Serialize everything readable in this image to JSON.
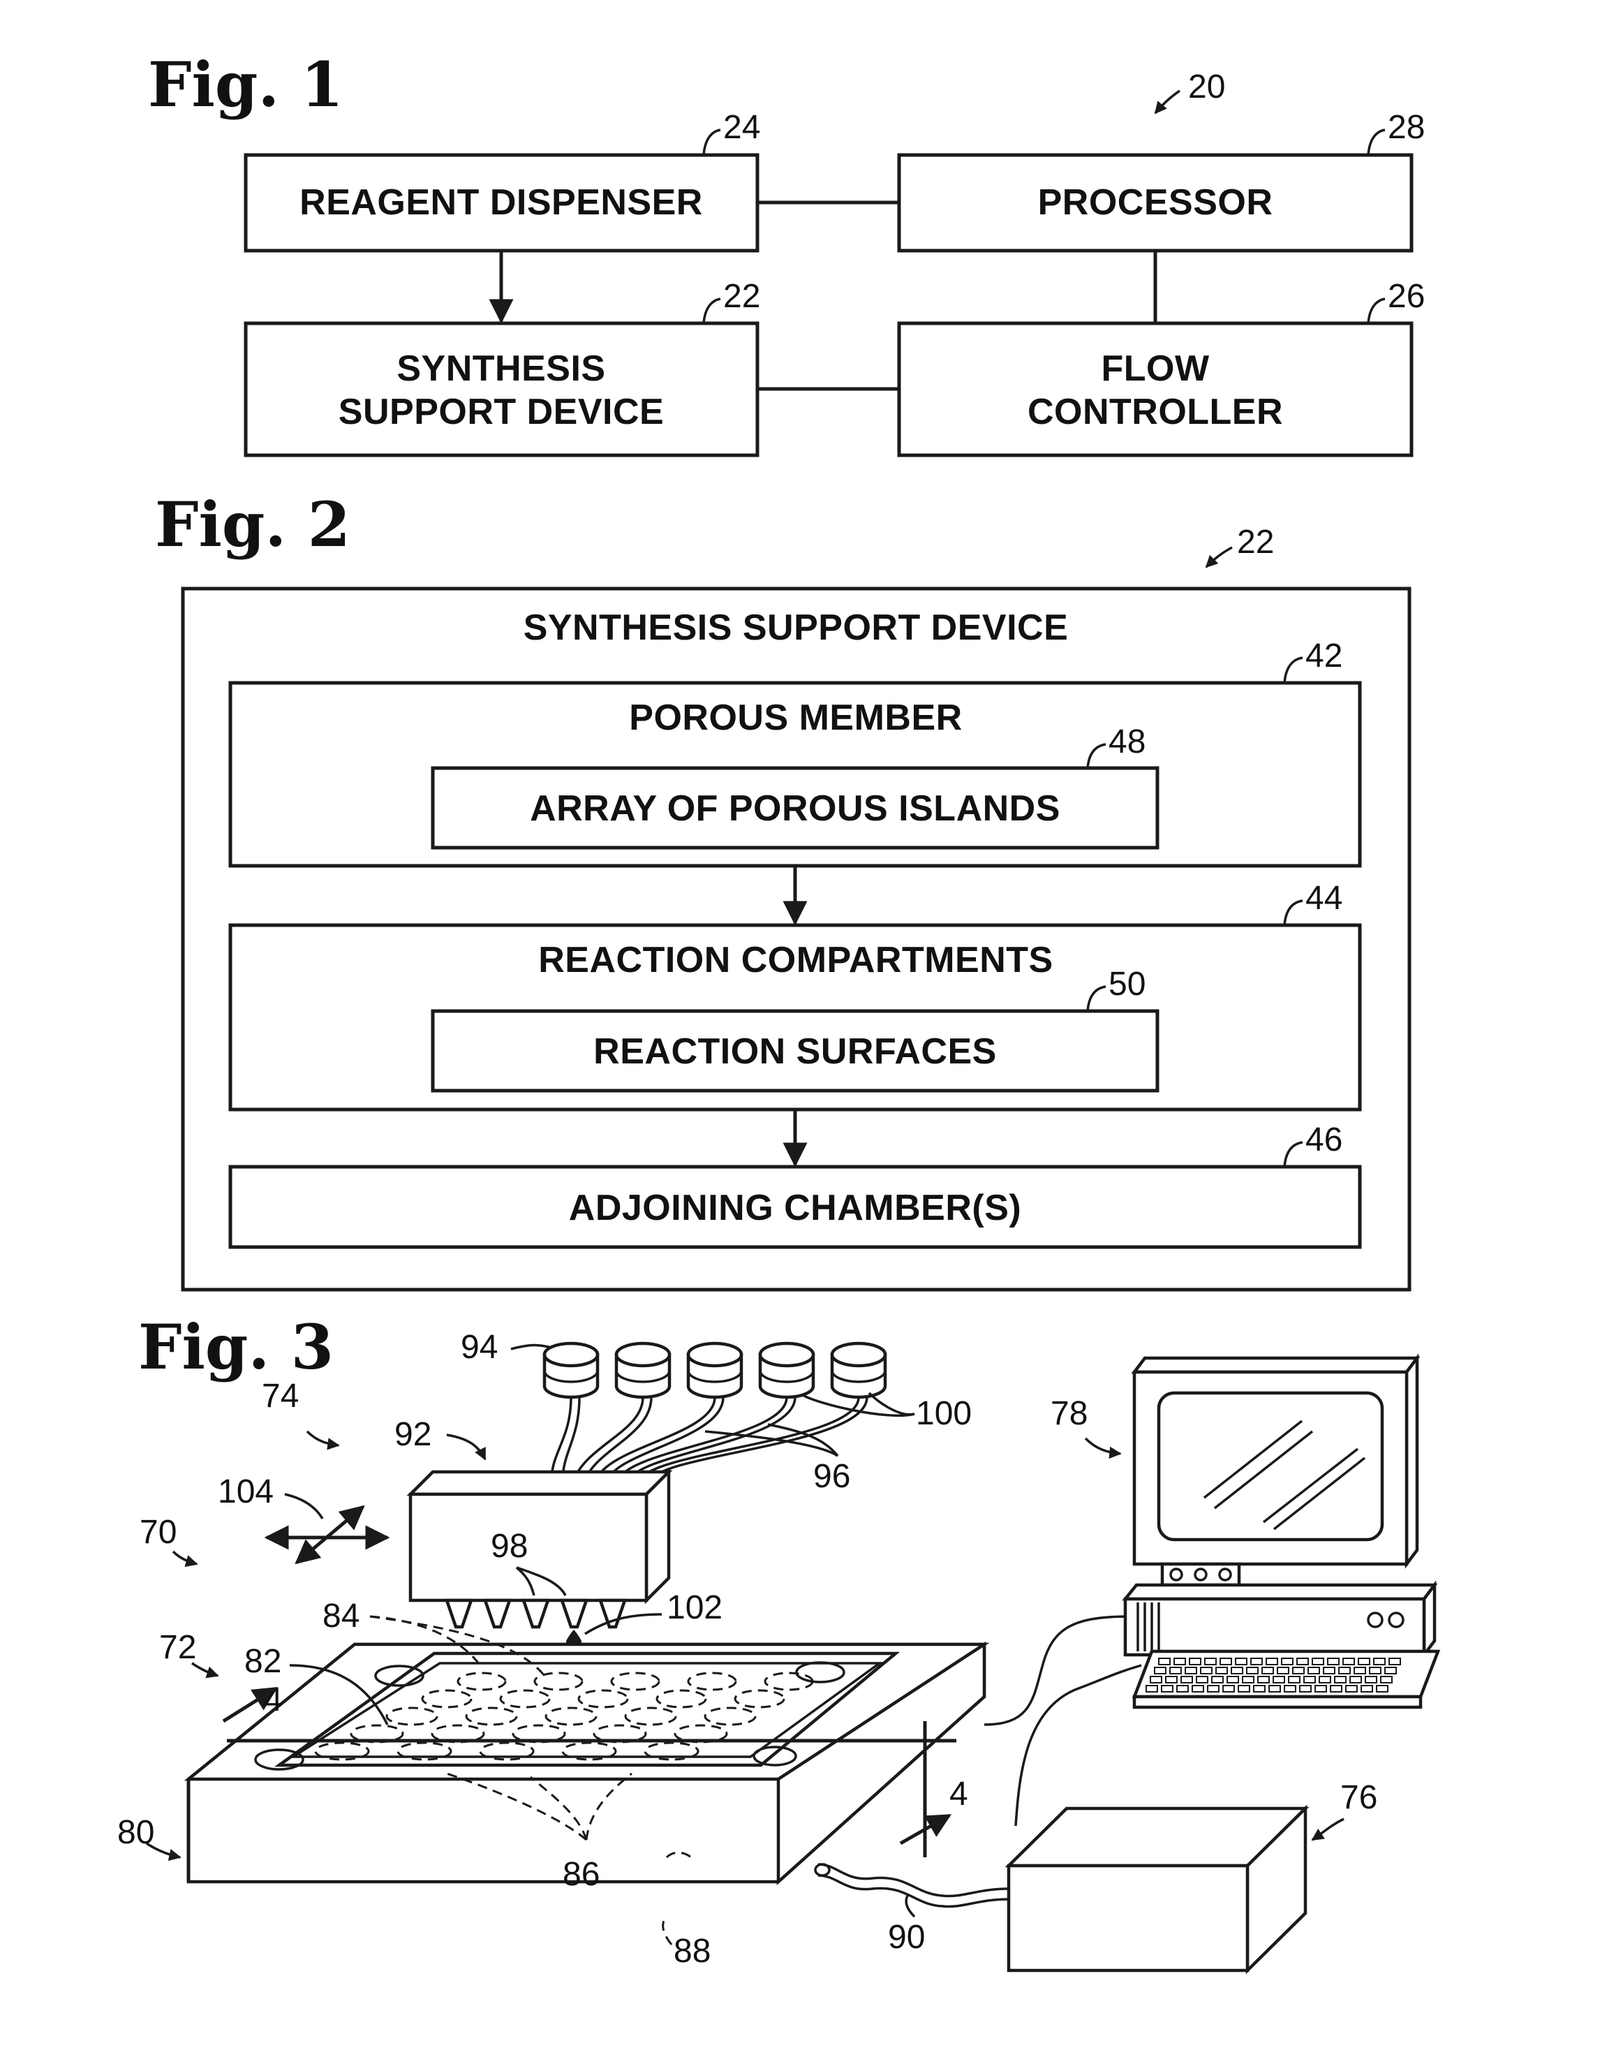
{
  "fig1": {
    "title": "Fig. 1",
    "ref_system": "20",
    "boxes": {
      "reagent_dispenser": {
        "label": "REAGENT DISPENSER",
        "ref": "24"
      },
      "processor": {
        "label": "PROCESSOR",
        "ref": "28"
      },
      "synthesis_support": {
        "line1": "SYNTHESIS",
        "line2": "SUPPORT DEVICE",
        "ref": "22"
      },
      "flow_controller": {
        "line1": "FLOW",
        "line2": "CONTROLLER",
        "ref": "26"
      }
    }
  },
  "fig2": {
    "title": "Fig. 2",
    "ref_device": "22",
    "outer_label": "SYNTHESIS SUPPORT DEVICE",
    "porous_member": {
      "label": "POROUS MEMBER",
      "ref": "42"
    },
    "porous_islands": {
      "label": "ARRAY OF POROUS ISLANDS",
      "ref": "48"
    },
    "reaction_compartments": {
      "label": "REACTION COMPARTMENTS",
      "ref": "44"
    },
    "reaction_surfaces": {
      "label": "REACTION SURFACES",
      "ref": "50"
    },
    "adjoining_chambers": {
      "label": "ADJOINING CHAMBER(S)",
      "ref": "46"
    }
  },
  "fig3": {
    "title": "Fig. 3",
    "refs": {
      "r70": "70",
      "r72": "72",
      "r74": "74",
      "r76": "76",
      "r78": "78",
      "r80": "80",
      "r82": "82",
      "r84": "84",
      "r86": "86",
      "r88": "88",
      "r90": "90",
      "r92": "92",
      "r94": "94",
      "r96": "96",
      "r98": "98",
      "r100": "100",
      "r102": "102",
      "r104": "104",
      "section_left": "4",
      "section_right": "4"
    }
  }
}
